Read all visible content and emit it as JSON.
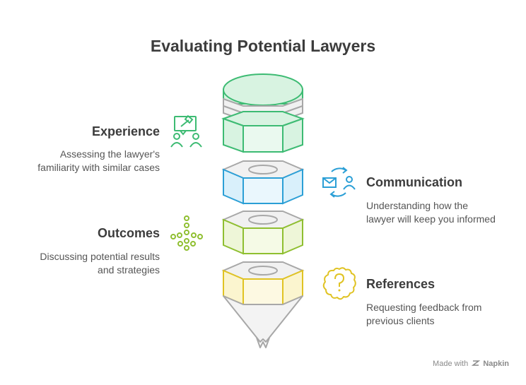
{
  "title": "Evaluating Potential Lawyers",
  "items": [
    {
      "title": "Experience",
      "description": [
        "Assessing the lawyer's",
        "familiarity with similar cases"
      ],
      "color": "#3dbb73",
      "icon": "judge-gavel-people-icon"
    },
    {
      "title": "Communication",
      "description": [
        "Understanding how the",
        "lawyer will keep you informed"
      ],
      "color": "#2b9fd6",
      "icon": "message-exchange-icon"
    },
    {
      "title": "Outcomes",
      "description": [
        "Discussing potential results",
        "and strategies"
      ],
      "color": "#8fbf30",
      "icon": "branching-dots-icon"
    },
    {
      "title": "References",
      "description": [
        "Requesting feedback from",
        "previous clients"
      ],
      "color": "#e0c323",
      "icon": "question-cloud-icon"
    }
  ],
  "footer": {
    "prefix": "Made with",
    "brand": "Napkin"
  }
}
